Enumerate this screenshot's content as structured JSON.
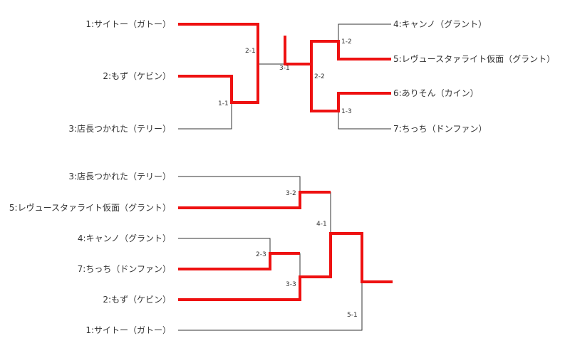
{
  "colors": {
    "winner_line": "#ee1111",
    "line": "#333333",
    "background": "#ffffff"
  },
  "bracket_top": {
    "left_players": [
      "1:サイトー（ガトー）",
      "2:もず（ケビン）",
      "3:店長つかれた（テリー）"
    ],
    "right_players": [
      "4:キャンノ（グラント）",
      "5:レヴュースタァライト仮面（グラント）",
      "6:ありそん（カイン）",
      "7:ちっち（ドンファン）"
    ],
    "matches": [
      "1-1",
      "2-1",
      "3-1",
      "1-2",
      "1-3",
      "2-2"
    ]
  },
  "bracket_bottom": {
    "players": [
      "3:店長つかれた（テリー）",
      "5:レヴュースタァライト仮面（グラント）",
      "4:キャンノ（グラント）",
      "7:ちっち（ドンファン）",
      "2:もず（ケビン）",
      "1:サイトー（ガトー）"
    ],
    "matches": [
      "3-2",
      "2-3",
      "3-3",
      "4-1",
      "5-1"
    ]
  }
}
